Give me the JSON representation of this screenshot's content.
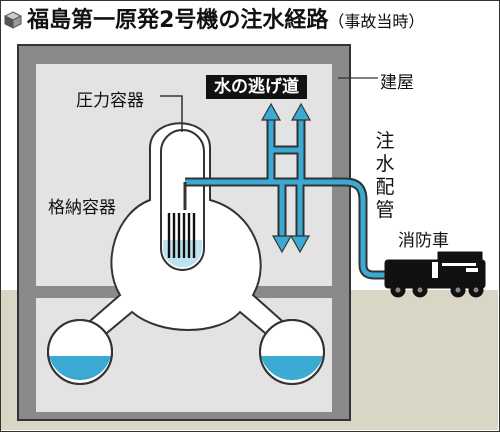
{
  "title": {
    "main": "福島第一原発2号機の注水経路",
    "sub": "（事故当時）"
  },
  "labels": {
    "pressure_vessel": "圧力容器",
    "containment_vessel": "格納容器",
    "water_escape": "水の逃げ道",
    "building": "建屋",
    "water_pipe": "注水配管",
    "fire_truck": "消防車"
  },
  "icons": {
    "title_icon": "cube-icon"
  },
  "colors": {
    "water": "#3aaad3",
    "water_light": "#bfe2ef",
    "ground": "#d9d6c5",
    "building_fill": "#e3e3e3",
    "wall": "#333333"
  }
}
